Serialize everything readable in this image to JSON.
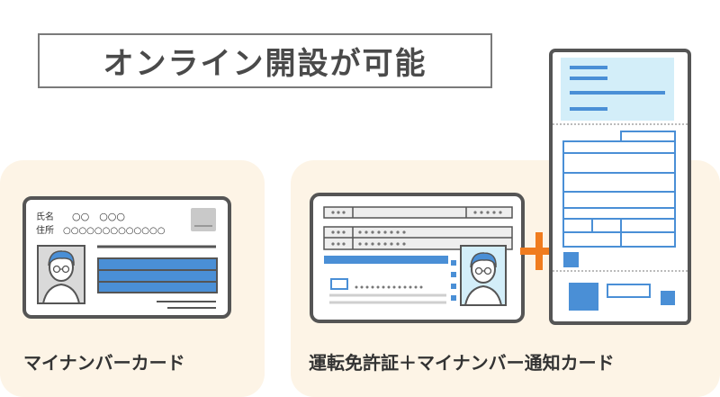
{
  "title": "オンライン開設が可能",
  "left_card": {
    "caption": "マイナンバーカード",
    "name_label": "氏名",
    "name_value": "○○　○○○",
    "address_label": "住所",
    "address_value": "○○○○○○○○○○○○○"
  },
  "right_card": {
    "caption": "運転免許証＋マイナンバー通知カード"
  },
  "colors": {
    "panel_bg": "#fdf4e6",
    "card_border": "#555555",
    "card_gray": "#eeeeee",
    "accent_blue": "#4a8fd6",
    "plus_orange": "#f07c1e",
    "light_blue": "#d3eef9"
  },
  "icons": {
    "plus": "plus-icon",
    "avatar": "person-photo-icon"
  }
}
